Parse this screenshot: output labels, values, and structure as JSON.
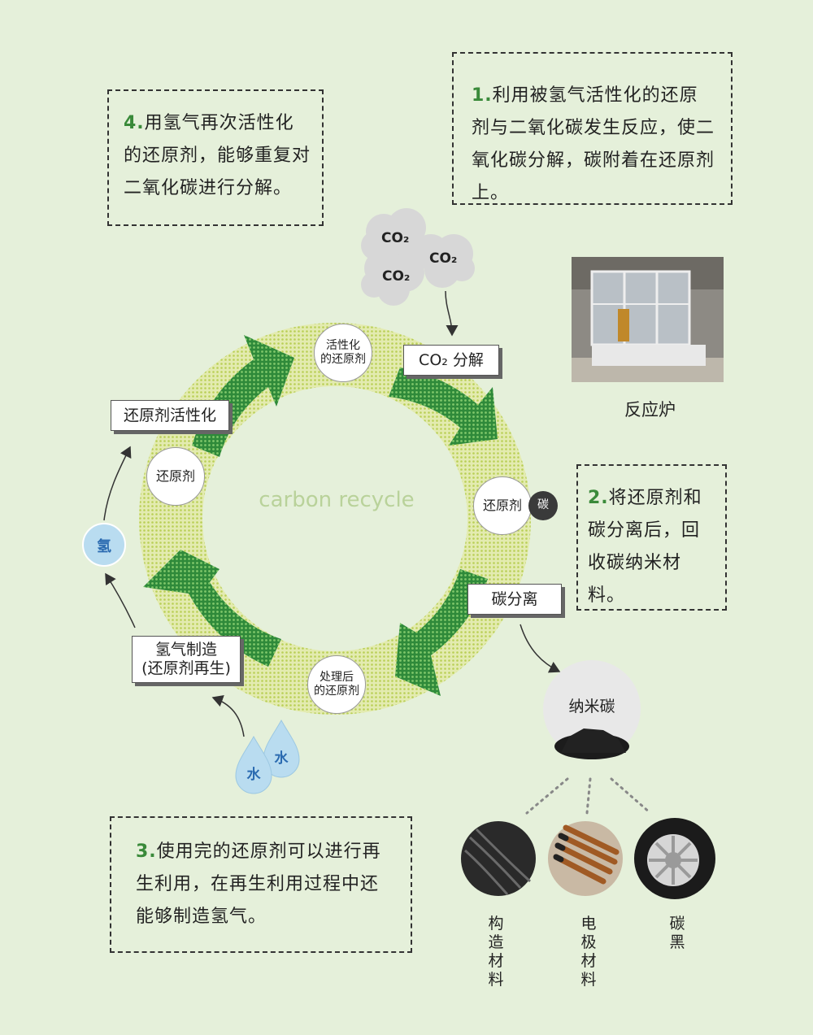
{
  "box1": {
    "num": "1.",
    "text": "利用被氢气活性化的还原剂与二氧化碳发生反应，使二氧化碳分解，碳附着在还原剂上。"
  },
  "box2": {
    "num": "2.",
    "text": "将还原剂和碳分离后，回收碳纳米材料。"
  },
  "box3": {
    "num": "3.",
    "text": "使用完的还原剂可以进行再生利用，在再生利用过程中还能够制造氢气。"
  },
  "box4": {
    "num": "4.",
    "text": "用氢气再次活性化的还原剂，能够重复对二氧化碳进行分解。"
  },
  "cycle": {
    "center_text": "carbon recycle",
    "activated_agent_line1": "活性化",
    "activated_agent_line2": "的还原剂",
    "co2_decompose": "CO₂ 分解",
    "agent_right": "还原剂",
    "carbon_dot": "碳",
    "carbon_separation": "碳分离",
    "processed_line1": "处理后",
    "processed_line2": "的还原剂",
    "hydrogen_make_line1": "氢气制造",
    "hydrogen_make_line2": "(还原剂再生)",
    "agent_left": "还原剂",
    "agent_activation": "还原剂活性化",
    "hydrogen": "氢",
    "water1": "水",
    "water2": "水"
  },
  "clouds": [
    "CO₂",
    "CO₂",
    "CO₂"
  ],
  "reactor_caption": "反应炉",
  "nano_carbon": "纳米碳",
  "products": [
    "构造材料",
    "电极材料",
    "碳黑"
  ],
  "colors": {
    "background": "#e5f0da",
    "accent_green": "#3a8a3a",
    "arrow_green": "#3e9a3e",
    "ring_yellow": "#d8e68a",
    "water_blue": "#b9dcf0"
  }
}
